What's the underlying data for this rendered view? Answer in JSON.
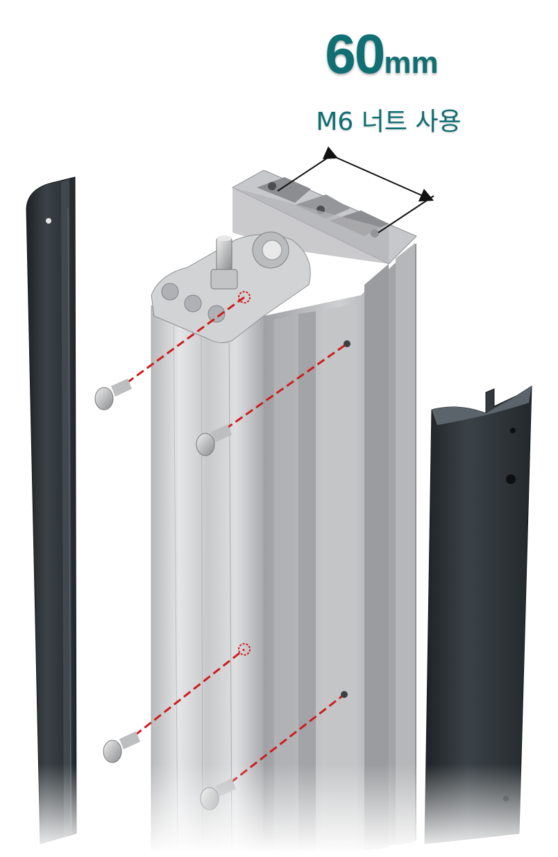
{
  "heading": {
    "value": "60",
    "unit": "mm",
    "subtitle": "M6 너트 사용"
  },
  "colors": {
    "accent": "#0f6f73",
    "aluminum": "#c9cacc",
    "cover": "#2f3438",
    "guide_line": "#d01c1c"
  },
  "parts": {
    "left_cover": "dark-cover-left",
    "right_cover": "dark-cover-right",
    "profile": "aluminum-profile",
    "bolts": 4
  }
}
